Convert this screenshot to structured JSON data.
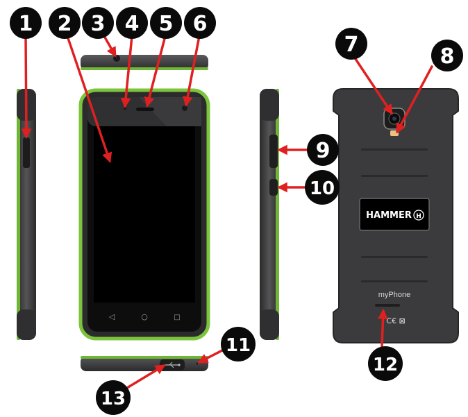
{
  "callouts": [
    {
      "id": "1",
      "label": "1"
    },
    {
      "id": "2",
      "label": "2"
    },
    {
      "id": "3",
      "label": "3"
    },
    {
      "id": "4",
      "label": "4"
    },
    {
      "id": "5",
      "label": "5"
    },
    {
      "id": "6",
      "label": "6"
    },
    {
      "id": "7",
      "label": "7"
    },
    {
      "id": "8",
      "label": "8"
    },
    {
      "id": "9",
      "label": "9"
    },
    {
      "id": "10",
      "label": "10"
    },
    {
      "id": "11",
      "label": "11"
    },
    {
      "id": "12",
      "label": "12"
    },
    {
      "id": "13",
      "label": "13"
    }
  ],
  "phone_back": {
    "logo_text": "HAMMER",
    "logo_mark": "H",
    "brand_text": "myPhone",
    "compliance_marks": "C€ ⊠"
  },
  "phone_front": {
    "nav": {
      "back_glyph": "◁",
      "home_glyph": "○",
      "recents_glyph": "□"
    }
  },
  "colors": {
    "body": "#3a3a3c",
    "bezel_accent": "#7cc43c",
    "screen": "#000000",
    "callout_bg": "#0a0a0a",
    "arrow": "#e02020"
  },
  "icons": {
    "arrow": "red-arrow-icon",
    "camera": "camera-icon",
    "flash": "flash-icon",
    "usb": "usb-port-icon"
  }
}
